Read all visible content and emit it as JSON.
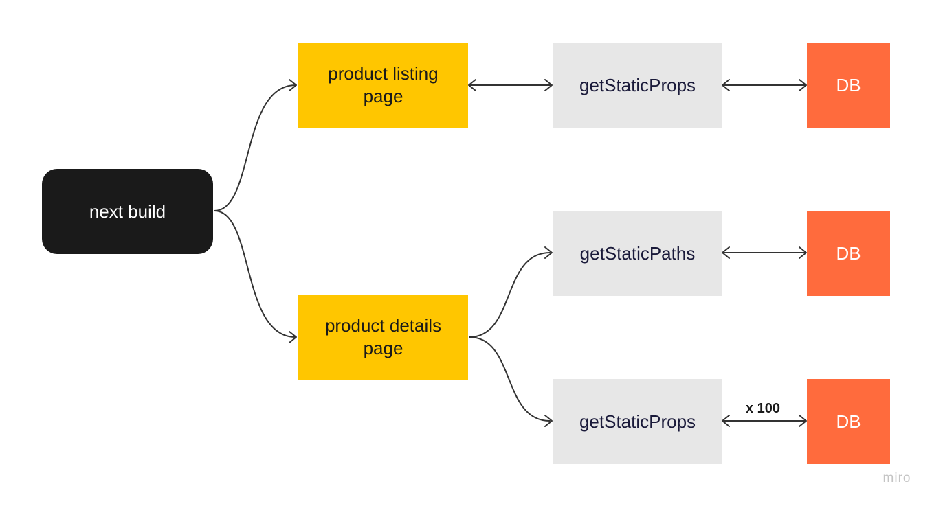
{
  "nodes": {
    "next_build": "next build",
    "listing_page": "product listing\npage",
    "details_page": "product details\npage",
    "listing_props": "getStaticProps",
    "details_paths": "getStaticPaths",
    "details_props": "getStaticProps",
    "db_1": "DB",
    "db_2": "DB",
    "db_3": "DB"
  },
  "edge_label": "x 100",
  "watermark": "miro",
  "colors": {
    "start": "#1a1a1a",
    "page": "#ffc600",
    "function": "#e7e7e7",
    "database": "#ff6b3d",
    "edge": "#333333"
  }
}
